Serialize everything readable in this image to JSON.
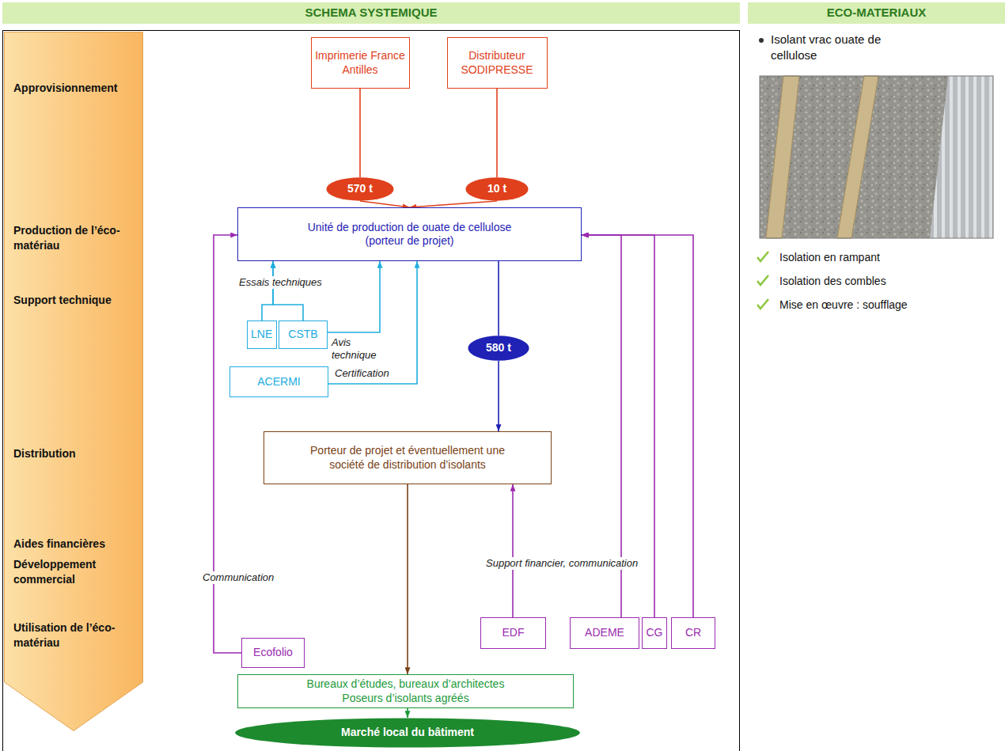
{
  "diagram": {
    "nodes": [
      {
        "text": [
          "SCHEMA SYSTEMIQUE"
        ]
      },
      {
        "text": [
          "ECO-MATERIAUX"
        ]
      },
      {
        "text": [
          "Approvisionnement",
          "Production de l’éco-matériau",
          "Support technique",
          "Distribution",
          "Aides financières",
          "Développement commercial",
          "Utilisation de l’éco-matériau"
        ]
      },
      {
        "text": [
          "Imprimerie France Antilles"
        ]
      },
      {
        "text": [
          "Distributeur SODIPRESSE"
        ]
      },
      {
        "text": [
          "570 t"
        ]
      },
      {
        "text": [
          "10 t"
        ]
      },
      {
        "text": [
          "Unité de production de ouate de cellulose (porteur de projet)"
        ]
      },
      {
        "text": [
          "LNE"
        ]
      },
      {
        "text": [
          "CSTB"
        ]
      },
      {
        "text": [
          "580 t"
        ]
      },
      {
        "text": [
          "ACERMI"
        ]
      },
      {
        "text": [
          "Porteur de projet et éventuellement une société de distribution d’isolants"
        ]
      },
      {
        "text": [
          "Ecofolio"
        ]
      },
      {
        "text": [
          "EDF"
        ]
      },
      {
        "text": [
          "ADEME"
        ]
      },
      {
        "text": [
          "CG"
        ]
      },
      {
        "text": [
          "CR"
        ]
      },
      {
        "text": [
          "Bureaux d’études, bureaux d’architectes Poseurs d’isolants agréés"
        ]
      },
      {
        "text": [
          "Marché local du bâtiment"
        ]
      }
    ],
    "edges": [
      {
        "from": 3,
        "to": 5,
        "arrow": "none"
      },
      {
        "from": 5,
        "to": 7,
        "arrow": "to"
      },
      {
        "from": 4,
        "to": 6,
        "arrow": "none"
      },
      {
        "from": 6,
        "to": 7,
        "arrow": "to"
      },
      {
        "from": 7,
        "to": 10,
        "arrow": "none"
      },
      {
        "from": 10,
        "to": 12,
        "arrow": "to"
      },
      {
        "from": 8,
        "to": 7,
        "label": "Essais techniques",
        "arrow": "to"
      },
      {
        "from": 9,
        "to": 7,
        "arrow": "to"
      },
      {
        "from": 9,
        "to": 7,
        "label": "Avis technique",
        "arrow": "to"
      },
      {
        "from": 11,
        "to": 7,
        "label": "Certification",
        "arrow": "to"
      },
      {
        "from": 12,
        "to": 18,
        "arrow": "to"
      },
      {
        "from": 18,
        "to": 19,
        "arrow": "to"
      },
      {
        "from": 13,
        "to": 7,
        "label": "Communication",
        "arrow": "to"
      },
      {
        "from": 14,
        "to": 12,
        "label": "Support financier, communication",
        "arrow": "to"
      },
      {
        "from": 15,
        "to": 7,
        "arrow": "to"
      },
      {
        "from": 16,
        "to": 7,
        "arrow": "to"
      },
      {
        "from": 17,
        "to": 7,
        "arrow": "to"
      }
    ],
    "labels": [
      "Isolant vrac ouate de cellulose",
      "Isolation en rampant",
      "Isolation des combles",
      "Mise en œuvre : soufflage"
    ]
  }
}
